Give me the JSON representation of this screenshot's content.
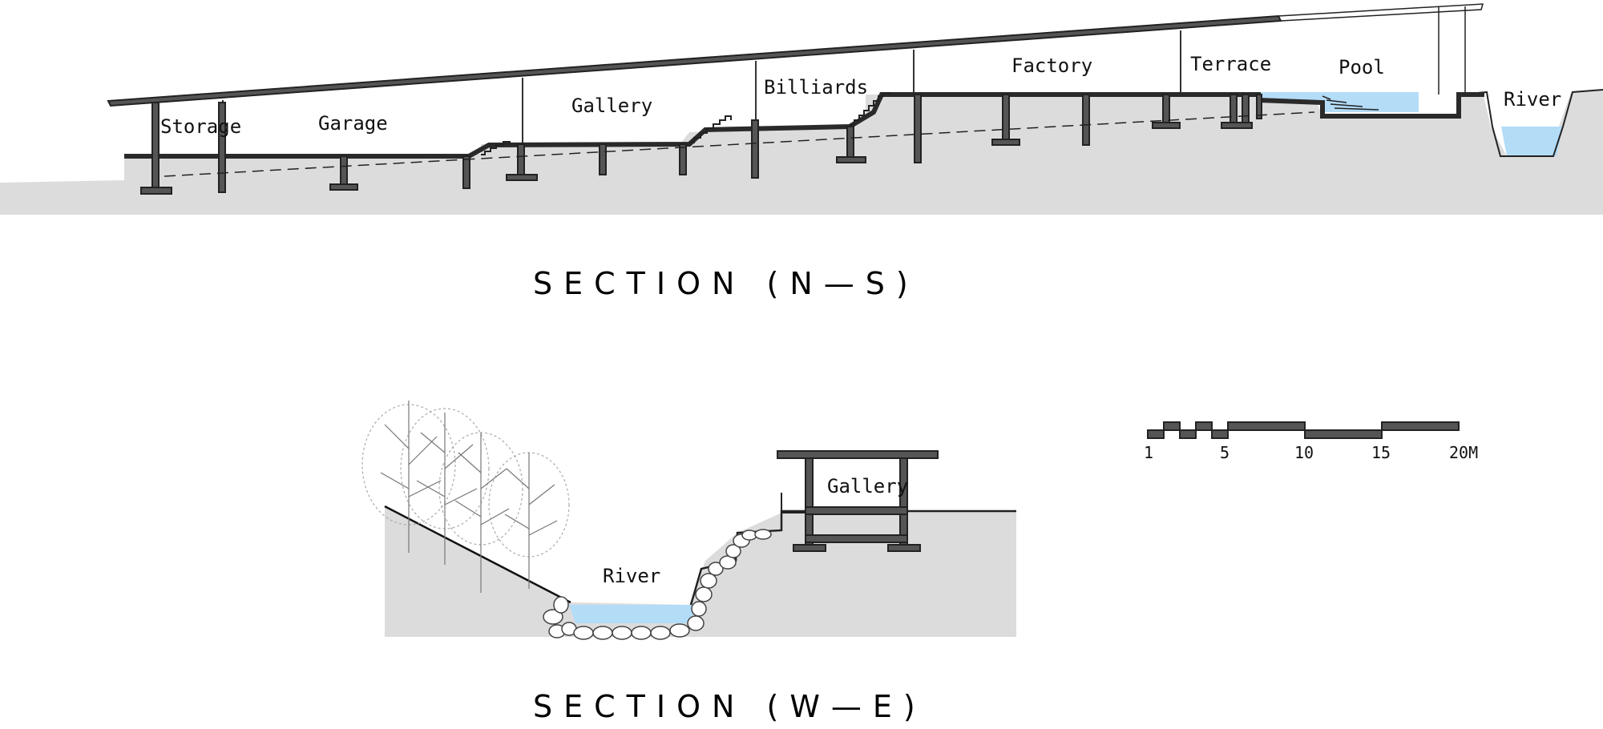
{
  "section_ns": {
    "title": "SECTION (N—S)",
    "rooms": {
      "storage": "Storage",
      "garage": "Garage",
      "gallery": "Gallery",
      "billiards": "Billiards",
      "factory": "Factory",
      "terrace": "Terrace",
      "pool": "Pool",
      "river": "River"
    }
  },
  "section_we": {
    "title": "SECTION (W—E)",
    "rooms": {
      "river": "River",
      "gallery": "Gallery"
    }
  },
  "scale_bar": {
    "labels": [
      "1",
      "5",
      "10",
      "15",
      "20M"
    ]
  },
  "colors": {
    "ground": "#dcdcdc",
    "water": "#b3dcf7",
    "structure": "#555555"
  }
}
